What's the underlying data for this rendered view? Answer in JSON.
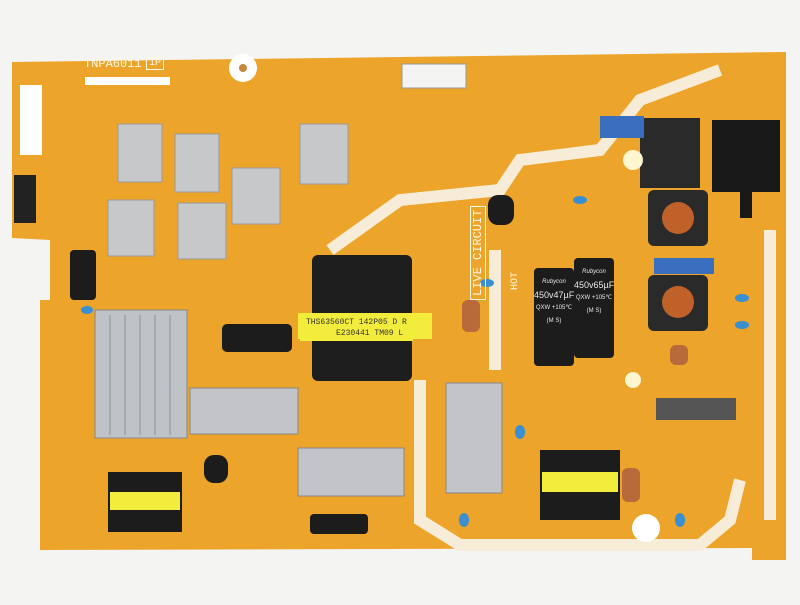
{
  "board": {
    "part_number": "TNPA6011",
    "revision": "1P",
    "region_label": "LIVE CIRCUIT",
    "region_label_2": "HOT",
    "transformer_label": [
      "THS63560CT 142P05 D R",
      "E230441 TM09 L"
    ],
    "capacitors": [
      {
        "brand": "Rubycon",
        "rating": "450v47µF",
        "series": "QXW +105℃",
        "sub": "(M S)"
      },
      {
        "brand": "Rubycon",
        "rating": "450v65µF",
        "series": "QXW +105℃",
        "sub": "(M S)"
      }
    ],
    "colors": {
      "pcb": "#eda42a",
      "trace": "#f6ecd8",
      "background": "#f4f4f2",
      "heatsink": "#b9bcc0",
      "capacitor": "#1c1c1c"
    }
  }
}
